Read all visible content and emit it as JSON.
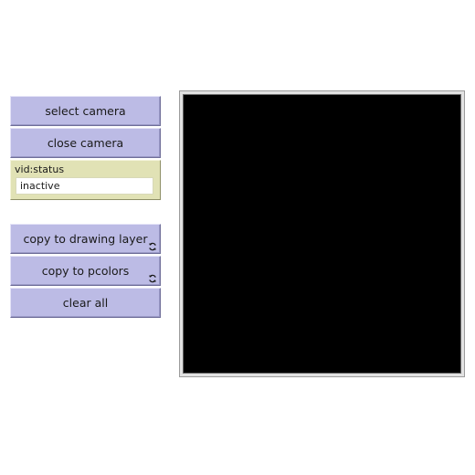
{
  "buttons": {
    "select_camera": "select camera",
    "close_camera": "close camera",
    "copy_to_drawing_layer": "copy to drawing layer",
    "copy_to_pcolors": "copy to pcolors",
    "clear_all": "clear all"
  },
  "monitor": {
    "label": "vid:status",
    "value": "inactive"
  },
  "icons": {
    "forever": "refresh-icon"
  },
  "colors": {
    "button_bg": "#bcbbe5",
    "monitor_bg": "#e1e2b5",
    "view_bg": "#000000"
  }
}
